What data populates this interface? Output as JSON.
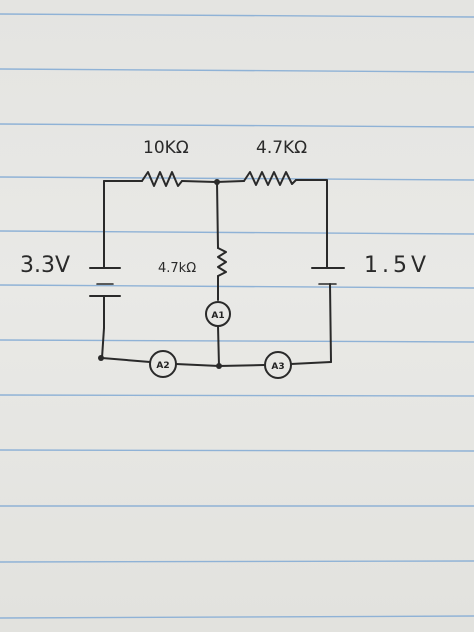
{
  "circuit": {
    "resistor_top_left": "10KΩ",
    "resistor_top_right": "4.7KΩ",
    "resistor_middle": "4.7kΩ",
    "battery_left": "3.3V",
    "battery_right": "1.5V",
    "ammeters": [
      "A1",
      "A2",
      "A3"
    ]
  },
  "colors": {
    "ink": "#2a2a2a",
    "rule_line": "#8fb2d6",
    "paper": "#e7e7e4"
  }
}
